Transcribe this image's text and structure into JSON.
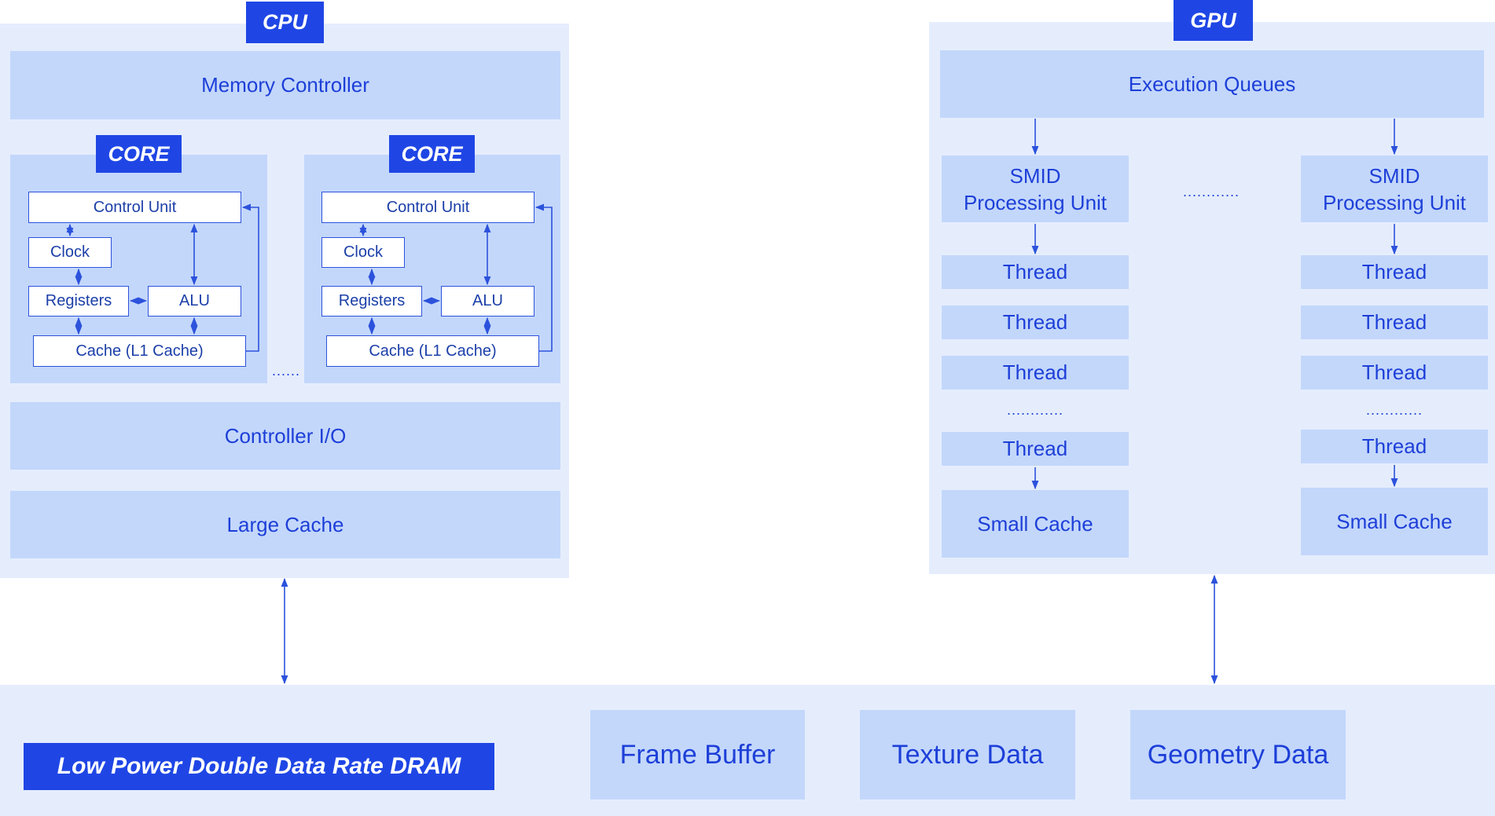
{
  "cpu": {
    "tag": "CPU",
    "memory_controller": "Memory Controller",
    "core_tag": "CORE",
    "core": {
      "control_unit": "Control Unit",
      "clock": "Clock",
      "registers": "Registers",
      "alu": "ALU",
      "cache": "Cache (L1 Cache)"
    },
    "core_ellipsis": "......",
    "controller_io": "Controller I/O",
    "large_cache": "Large Cache"
  },
  "gpu": {
    "tag": "GPU",
    "execution_queues": "Execution Queues",
    "smid_unit": "SMID\nProcessing Unit",
    "thread": "Thread",
    "thread_ellipsis": "............",
    "unit_ellipsis": "............",
    "small_cache": "Small Cache"
  },
  "memory": {
    "tag": "Low Power Double Data Rate DRAM",
    "frame_buffer": "Frame Buffer",
    "texture_data": "Texture Data",
    "geometry_data": "Geometry Data"
  },
  "colors": {
    "panel": "#e5edfd",
    "block": "#c3d7fb",
    "accent": "#1f46e5",
    "text": "#1d3fd8",
    "line": "#2c52dc"
  }
}
